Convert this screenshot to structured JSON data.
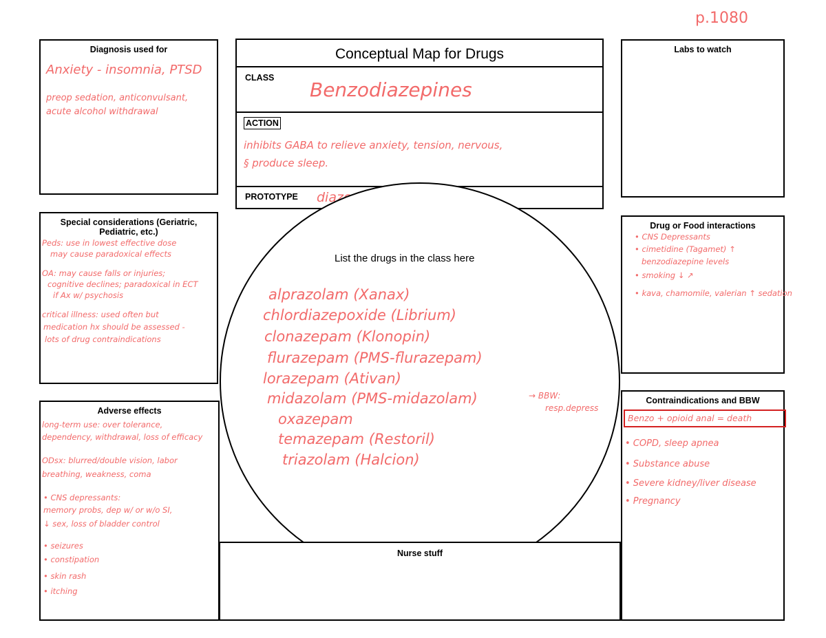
{
  "page_number": "p.1080",
  "header": {
    "title": "Conceptual Map for Drugs"
  },
  "class_section": {
    "label": "CLASS",
    "value": "Benzodiazepines"
  },
  "action_section": {
    "label": "ACTION",
    "lines": [
      "inhibits GABA to relieve anxiety, tension, nervous,",
      "§ produce sleep."
    ]
  },
  "prototype_section": {
    "label": "PROTOTYPE",
    "value": "diazepam (Valium)"
  },
  "diagnosis": {
    "title": "Diagnosis used for",
    "lines": [
      "Anxiety - insomnia, PTSD",
      "preop sedation, anticonvulsant,",
      "acute alcohol withdrawal"
    ]
  },
  "labs": {
    "title": "Labs to watch"
  },
  "special": {
    "title_line1": "Special considerations (Geriatric,",
    "title_line2": "Pediatric, etc.)",
    "lines": [
      "Peds: use in lowest effective dose",
      "may cause paradoxical effects",
      "OA: may cause falls or injuries;",
      "cognitive declines; paradoxical in ECT",
      "if Ax w/ psychosis",
      "critical illness: used often but",
      "medication hx should be assessed -",
      "lots of drug contraindications"
    ]
  },
  "interactions": {
    "title": "Drug or Food interactions",
    "lines": [
      "• CNS Depressants",
      "• cimetidine (Tagamet) ↑",
      "benzodiazepine levels",
      "• smoking ↓ ↗",
      "• kava, chamomile, valerian ↑ sedation"
    ]
  },
  "center": {
    "heading": "List the drugs in the class here",
    "drugs": [
      "alprazolam (Xanax)",
      "chlordiazepoxide (Librium)",
      "clonazepam (Klonopin)",
      "flurazepam (PMS-flurazepam)",
      "lorazepam (Ativan)",
      "midazolam (PMS-midazolam)",
      "oxazepam",
      "temazepam (Restoril)",
      "triazolam (Halcion)"
    ],
    "bbw_note_line1": "→ BBW:",
    "bbw_note_line2": "resp.depress"
  },
  "adverse": {
    "title": "Adverse effects",
    "lines": [
      "long-term use: over tolerance,",
      "dependency, withdrawal, loss of efficacy",
      "ODsx: blurred/double vision, labor",
      "breathing, weakness, coma",
      "• CNS depressants:",
      "memory probs, dep w/ or w/o SI,",
      "↓ sex, loss of bladder control",
      "• seizures",
      "• constipation",
      "• skin rash",
      "• itching"
    ]
  },
  "nurse": {
    "title": "Nurse stuff"
  },
  "contra": {
    "title": "Contraindications and BBW",
    "bbw": "Benzo + opioid anal = death",
    "lines": [
      "• COPD, sleep apnea",
      "• Substance abuse",
      "• Severe kidney/liver disease",
      "• Pregnancy"
    ]
  },
  "colors": {
    "ink": "#f26a6a",
    "highlight_box": "#d42020"
  }
}
